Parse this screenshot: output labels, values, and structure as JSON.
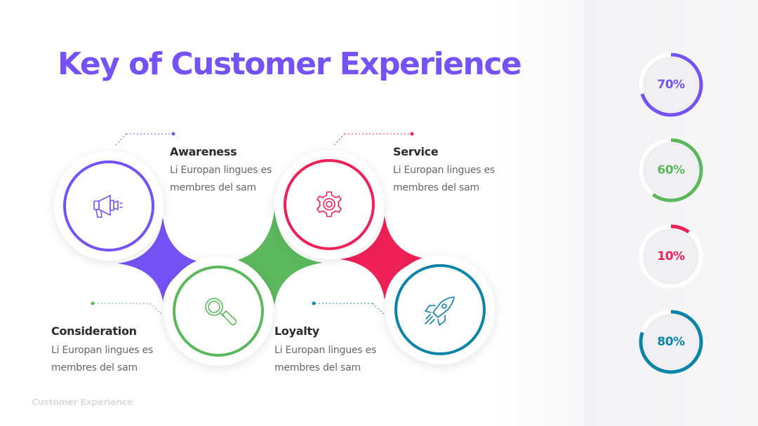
{
  "slide": {
    "title": "Key of Customer Experience",
    "footer": "Customer Experience"
  },
  "colors": {
    "awareness": "#7452f5",
    "consideration": "#5cb85c",
    "service": "#ee2056",
    "loyalty": "#0c84a8"
  },
  "steps": [
    {
      "title": "Awareness",
      "desc": "Li Europan lingues es membres del sam",
      "icon": "megaphone-icon"
    },
    {
      "title": "Consideration",
      "desc": "Li Europan lingues es membres del sam",
      "icon": "magnifier-icon"
    },
    {
      "title": "Service",
      "desc": "Li Europan lingues es membres del sam",
      "icon": "gear-icon"
    },
    {
      "title": "Loyalty",
      "desc": "Li Europan lingues es membres del sam",
      "icon": "rocket-icon"
    }
  ],
  "progress": [
    {
      "label": "70%",
      "value": 0.7,
      "color": "#7452f5"
    },
    {
      "label": "60%",
      "value": 0.6,
      "color": "#5cb85c"
    },
    {
      "label": "10%",
      "value": 0.1,
      "color": "#ee2056"
    },
    {
      "label": "80%",
      "value": 0.8,
      "color": "#0c84a8"
    }
  ]
}
